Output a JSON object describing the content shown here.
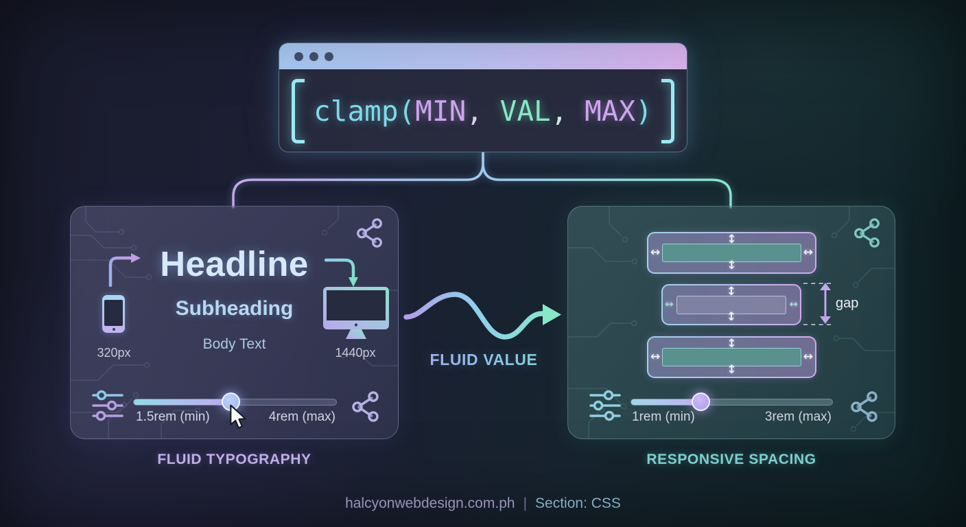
{
  "window": {
    "code": {
      "open_bracket": "[",
      "func": "clamp(",
      "arg_min": "MIN",
      "sep1": ", ",
      "arg_val": "VAL",
      "sep2": ", ",
      "arg_max": "MAX",
      "close_paren": ")",
      "close_bracket": "]"
    }
  },
  "cards": {
    "typography": {
      "title": "FLUID TYPOGRAPHY",
      "headline": "Headline",
      "subheading": "Subheading",
      "body_text": "Body Text",
      "device_min": "320px",
      "device_max": "1440px",
      "slider": {
        "min_label": "1.5rem (min)",
        "max_label": "4rem (max)",
        "value_percent": 48
      }
    },
    "spacing": {
      "title": "RESPONSIVE SPACING",
      "gap_label": "gap",
      "slider": {
        "min_label": "1rem (min)",
        "max_label": "3rem (max)",
        "value_percent": 34.5
      }
    }
  },
  "flow": {
    "label": "FLUID VALUE"
  },
  "icons": {
    "arrow_vertical": "↕",
    "arrow_horizontal": "↔",
    "share": "share-nodes",
    "sliders": "equalizer",
    "cursor": "pointer"
  },
  "footer": {
    "site": "halcyonwebdesign.com.ph",
    "divider": "|",
    "section": "Section: CSS"
  },
  "colors": {
    "accent_cyan": "#8ee6ef",
    "accent_purple": "#c9a3ec",
    "accent_teal": "#82e8c8",
    "titlebar_start": "#a6c8f4",
    "titlebar_end": "#dab2ef"
  }
}
